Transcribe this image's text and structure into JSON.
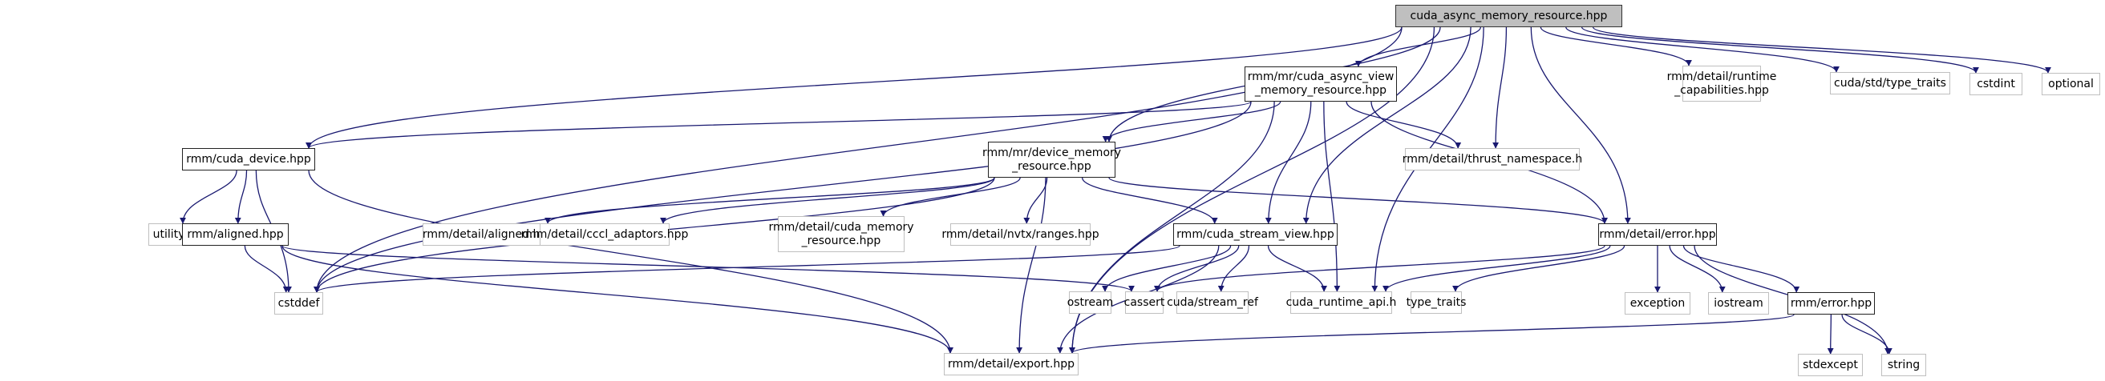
{
  "diagram": {
    "type": "include-dependency-graph",
    "edge_color": "#191970",
    "root_fill": "#bfbfbf",
    "nodes": [
      {
        "id": "root",
        "label": "cuda_async_memory_resource.hpp",
        "kind": "root"
      },
      {
        "id": "async_view",
        "label": "rmm/mr/cuda_async_view\n_memory_resource.hpp",
        "kind": "doc"
      },
      {
        "id": "runtime_cap",
        "label": "rmm/detail/runtime\n_capabilities.hpp",
        "kind": "ext"
      },
      {
        "id": "std_type_traits",
        "label": "cuda/std/type_traits",
        "kind": "ext"
      },
      {
        "id": "cstdint",
        "label": "cstdint",
        "kind": "ext"
      },
      {
        "id": "optional",
        "label": "optional",
        "kind": "ext"
      },
      {
        "id": "cuda_device",
        "label": "rmm/cuda_device.hpp",
        "kind": "doc"
      },
      {
        "id": "device_mr",
        "label": "rmm/mr/device_memory\n_resource.hpp",
        "kind": "doc"
      },
      {
        "id": "thrust_ns",
        "label": "rmm/detail/thrust_namespace.h",
        "kind": "ext"
      },
      {
        "id": "utility",
        "label": "utility",
        "kind": "ext"
      },
      {
        "id": "aligned",
        "label": "rmm/aligned.hpp",
        "kind": "doc"
      },
      {
        "id": "detail_aligned",
        "label": "rmm/detail/aligned.hpp",
        "kind": "ext"
      },
      {
        "id": "cccl",
        "label": "rmm/detail/cccl_adaptors.hpp",
        "kind": "ext"
      },
      {
        "id": "cuda_mr",
        "label": "rmm/detail/cuda_memory\n_resource.hpp",
        "kind": "ext"
      },
      {
        "id": "nvtx",
        "label": "rmm/detail/nvtx/ranges.hpp",
        "kind": "ext"
      },
      {
        "id": "stream_view",
        "label": "rmm/cuda_stream_view.hpp",
        "kind": "doc"
      },
      {
        "id": "detail_error",
        "label": "rmm/detail/error.hpp",
        "kind": "doc"
      },
      {
        "id": "cstddef",
        "label": "cstddef",
        "kind": "ext"
      },
      {
        "id": "ostream",
        "label": "ostream",
        "kind": "ext"
      },
      {
        "id": "cassert",
        "label": "cassert",
        "kind": "ext"
      },
      {
        "id": "stream_ref",
        "label": "cuda/stream_ref",
        "kind": "ext"
      },
      {
        "id": "cuda_runtime",
        "label": "cuda_runtime_api.h",
        "kind": "ext"
      },
      {
        "id": "type_traits",
        "label": "type_traits",
        "kind": "ext"
      },
      {
        "id": "exception",
        "label": "exception",
        "kind": "ext"
      },
      {
        "id": "iostream",
        "label": "iostream",
        "kind": "ext"
      },
      {
        "id": "rmm_error",
        "label": "rmm/error.hpp",
        "kind": "doc"
      },
      {
        "id": "export",
        "label": "rmm/detail/export.hpp",
        "kind": "ext"
      },
      {
        "id": "stdexcept",
        "label": "stdexcept",
        "kind": "ext"
      },
      {
        "id": "string",
        "label": "string",
        "kind": "ext"
      }
    ],
    "edges": [
      [
        "root",
        "async_view"
      ],
      [
        "root",
        "runtime_cap"
      ],
      [
        "root",
        "std_type_traits"
      ],
      [
        "root",
        "cstdint"
      ],
      [
        "root",
        "optional"
      ],
      [
        "root",
        "cuda_device"
      ],
      [
        "root",
        "device_mr"
      ],
      [
        "root",
        "thrust_ns"
      ],
      [
        "root",
        "stream_view"
      ],
      [
        "root",
        "detail_error"
      ],
      [
        "root",
        "cuda_runtime"
      ],
      [
        "root",
        "cstddef"
      ],
      [
        "root",
        "export"
      ],
      [
        "async_view",
        "cuda_device"
      ],
      [
        "async_view",
        "device_mr"
      ],
      [
        "async_view",
        "thrust_ns"
      ],
      [
        "async_view",
        "stream_view"
      ],
      [
        "async_view",
        "detail_error"
      ],
      [
        "async_view",
        "cuda_runtime"
      ],
      [
        "async_view",
        "cstddef"
      ],
      [
        "async_view",
        "export"
      ],
      [
        "cuda_device",
        "utility"
      ],
      [
        "cuda_device",
        "aligned"
      ],
      [
        "cuda_device",
        "cstddef"
      ],
      [
        "cuda_device",
        "export"
      ],
      [
        "aligned",
        "cstddef"
      ],
      [
        "aligned",
        "cassert"
      ],
      [
        "aligned",
        "export"
      ],
      [
        "device_mr",
        "detail_aligned"
      ],
      [
        "device_mr",
        "cccl"
      ],
      [
        "device_mr",
        "cuda_mr"
      ],
      [
        "device_mr",
        "nvtx"
      ],
      [
        "device_mr",
        "stream_view"
      ],
      [
        "device_mr",
        "detail_error"
      ],
      [
        "device_mr",
        "cstddef"
      ],
      [
        "device_mr",
        "export"
      ],
      [
        "stream_view",
        "ostream"
      ],
      [
        "stream_view",
        "cassert"
      ],
      [
        "stream_view",
        "stream_ref"
      ],
      [
        "stream_view",
        "cuda_runtime"
      ],
      [
        "stream_view",
        "cstddef"
      ],
      [
        "stream_view",
        "export"
      ],
      [
        "detail_error",
        "cassert"
      ],
      [
        "detail_error",
        "cuda_runtime"
      ],
      [
        "detail_error",
        "type_traits"
      ],
      [
        "detail_error",
        "exception"
      ],
      [
        "detail_error",
        "iostream"
      ],
      [
        "detail_error",
        "rmm_error"
      ],
      [
        "detail_error",
        "string"
      ],
      [
        "rmm_error",
        "export"
      ],
      [
        "rmm_error",
        "stdexcept"
      ],
      [
        "rmm_error",
        "string"
      ]
    ]
  }
}
